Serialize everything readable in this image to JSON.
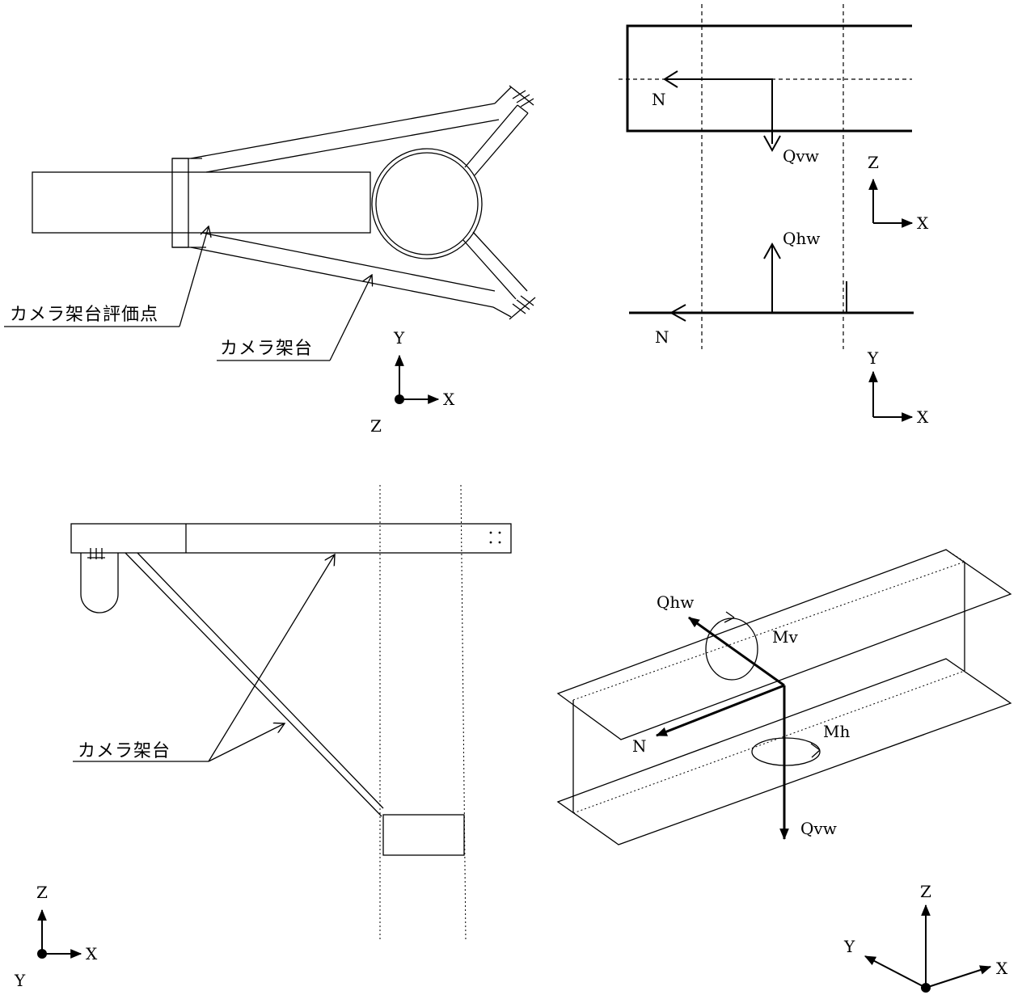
{
  "plan_view": {
    "eval_point_label": "カメラ架台評価点",
    "frame_label": "カメラ架台",
    "axes": {
      "up": "Y",
      "right": "X",
      "out": "Z"
    }
  },
  "section_top": {
    "top_flange": {
      "normal": "N",
      "shear": "Qvw"
    },
    "bottom_flange": {
      "normal": "N",
      "shear": "Qhw"
    },
    "axes_upper": {
      "up": "Z",
      "right": "X"
    },
    "axes_lower": {
      "up": "Y",
      "right": "X"
    }
  },
  "elevation_view": {
    "frame_label": "カメラ架台",
    "axes": {
      "up": "Z",
      "right": "X",
      "out": "Y"
    }
  },
  "iso_view": {
    "forces": {
      "axial": "N",
      "shear_h": "Qhw",
      "shear_v": "Qvw",
      "moment_v": "Mv",
      "moment_h": "Mh"
    },
    "axes": {
      "up": "Z",
      "left": "Y",
      "right": "X"
    }
  }
}
